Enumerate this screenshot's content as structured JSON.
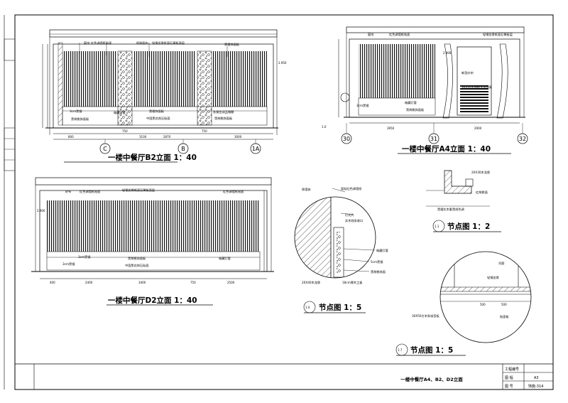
{
  "titles": {
    "b2": "一楼中餐厅B2立面 1：40",
    "a4": "一楼中餐厅A4立面 1：40",
    "d2": "一楼中餐厅D2立面 1：40",
    "n10": "节点图 1：5",
    "n11": "节点图 1：2",
    "n17": "节点图 1：5"
  },
  "detail_marks": {
    "n10": "1.0",
    "n11": "1.1",
    "n17": "1.7"
  },
  "grid_labels": {
    "b2": [
      "C",
      "B",
      "1A"
    ],
    "a4": [
      "30",
      "31",
      "32"
    ]
  },
  "b2_labels": [
    "窗帘",
    "红色调墙纸贴面",
    "纸制面布",
    "轻钢龙骨纸面石膏板面层",
    "黑檀饰面板",
    "3cm黑镜",
    "暗藏灯管",
    "黑胡桃饰面板",
    "黑檀饰面板",
    "中国黑花岗石贴面",
    "各餐台成品格栅",
    "黑胡桃饰面板"
  ],
  "b2_dims": [
    "800",
    "750",
    "3100",
    "2870",
    "750",
    "3000"
  ],
  "b2_elev": [
    "2.950"
  ],
  "a4_labels": [
    "窗帘",
    "红色调墙纸贴面",
    "轻钢龙骨纸面石膏板层",
    "新型纱帘",
    "30X20黑胡桃木条饰面",
    "3cm黑镜",
    "暗藏灯管",
    "黑胡桃饰面板"
  ],
  "a4_dims": [
    "3950",
    "2900"
  ],
  "a4_elev": [
    "2.900"
  ],
  "d2_labels": [
    "纱布",
    "红色调墙纸贴面",
    "轻钢龙骨纸面石膏板面层",
    "红色调墙纸贴面",
    "3cm黑镜",
    "黑胡桃饰面板",
    "暗藏灯管",
    "3cm黑镜",
    "中国黑花岗石贴面"
  ],
  "d2_dims": [
    "400",
    "2400",
    "3400",
    "750",
    "2500"
  ],
  "d2_elev": [
    "2.900"
  ],
  "n10_labels": [
    "原墙体",
    "面贴红色调墙纸",
    "灯光片",
    "实木线条收口",
    "暗藏灯管",
    "5cm黑镜",
    "黑胡桃饰面",
    "20X40木龙骨",
    "18cm厚木工板"
  ],
  "n11_labels": [
    "20X30木龙骨",
    "红胡桃面",
    "黑檀实木素黑线色调"
  ],
  "n17_labels": [
    "吊筋",
    "轻钢龙骨",
    "30X50方木条吸音板",
    "贴面板"
  ],
  "n17_dims": [
    "500",
    "500"
  ],
  "title_block": {
    "drawing_name": "一楼中餐厅A4、B2、D2立面",
    "fields": [
      {
        "label": "工程编号",
        "value": ""
      },
      {
        "label": "图   幅",
        "value": "A3"
      },
      {
        "label": "图   号",
        "value": "饰施-314"
      }
    ]
  }
}
